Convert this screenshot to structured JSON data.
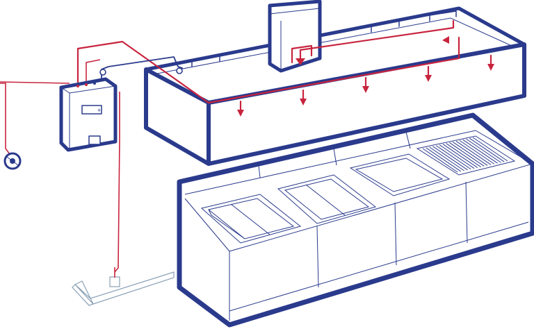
{
  "colors": {
    "outline": "#2a3a8c",
    "suppression_pipe": "#c8243e",
    "gas_line": "#8aa0b6",
    "background": "#ffffff"
  },
  "components": {
    "hood": {
      "icon": "exhaust-hood",
      "nozzle_count": 5
    },
    "exhaust_fan": {
      "icon": "exhaust-fan-box"
    },
    "control_cabinet": {
      "icon": "suppression-control-cabinet"
    },
    "pull_station": {
      "icon": "manual-pull-station"
    },
    "cooking_line": {
      "icon": "cooking-appliance-line",
      "appliances": [
        "fryer",
        "fryer",
        "griddle",
        "charbroiler"
      ]
    },
    "gas_valve": {
      "icon": "gas-shutoff-valve"
    }
  }
}
